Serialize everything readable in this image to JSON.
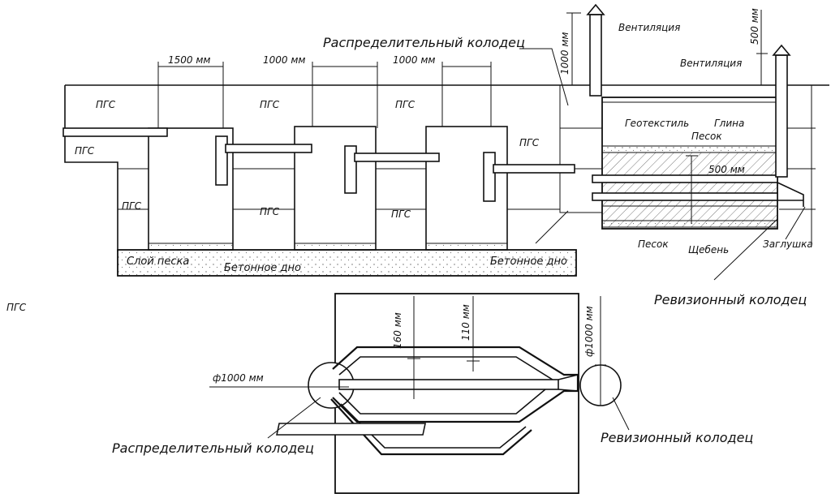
{
  "labels": {
    "pgs": "ПГС",
    "sand_layer": "Слой песка",
    "concrete_bottom": "Бетонное дно",
    "distribution_well": "Распределительный колодец",
    "inspection_well": "Ревизионный колодец",
    "ventilation": "Вентиляция",
    "geotextile": "Геотекстиль",
    "clay": "Глина",
    "sand": "Песок",
    "gravel": "Щебень",
    "plug": "Заглушка"
  },
  "dimensions": {
    "d1500": "1500 мм",
    "d1000": "1000 мм",
    "d500": "500 мм",
    "d160": "160 мм",
    "d110": "110 мм",
    "phi1000": "ф1000 мм"
  },
  "colors": {
    "line": "#111111",
    "background": "#ffffff",
    "hatch": "#555555"
  }
}
